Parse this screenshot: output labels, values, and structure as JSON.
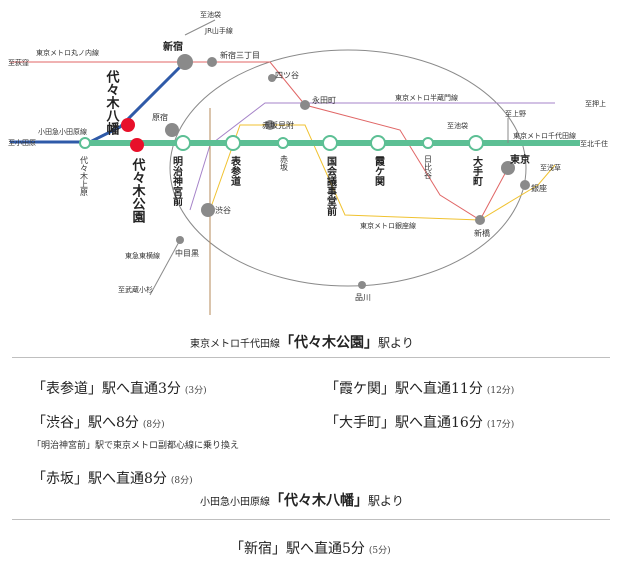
{
  "map": {
    "edge_labels": {
      "odakyu_left": "至小田原",
      "marunouchi_left": "至荻窪",
      "marunouchi_line": "東京メトロ丸ノ内線",
      "odakyu_line": "小田急小田原線",
      "ikebukuro_top": "至池袋",
      "yamanote": "JR山手線",
      "hanzomon_line": "東京メトロ半蔵門線",
      "oshiage": "至押上",
      "ueno": "至上野",
      "chiyoda_line": "東京メトロ千代田線",
      "kitasenju": "至北千住",
      "asakusa": "至浅草",
      "ikebukuro_mid": "至池袋",
      "ginza_line": "東京メトロ銀座線",
      "tokyu_toyoko": "東急東横線",
      "musashikosugi": "至武蔵小杉"
    },
    "stations": {
      "shinjuku": "新宿",
      "shinjuku_sanchome": "新宿三丁目",
      "yotsuya": "四ツ谷",
      "nagatacho": "永田町",
      "akasaka_mitsuke": "赤坂見附",
      "harajuku": "原宿",
      "yoyogi_uehara": "代々木上原",
      "yoyogi_hachiman": "代々木八幡",
      "yoyogi_koen": "代々木公園",
      "meiji_jingumae": "明治神宮前",
      "omotesando": "表参道",
      "akasaka": "赤坂",
      "kokkai": "国会議事堂前",
      "kasumigaseki": "霞ケ関",
      "hibiya": "日比谷",
      "otemachi": "大手町",
      "tokyo": "東京",
      "ginza": "銀座",
      "shinbashi": "新橋",
      "shibuya": "渋谷",
      "nakameguro": "中目黒",
      "shinagawa": "品川"
    }
  },
  "section1": {
    "line": "東京メトロ千代田線",
    "station": "「代々木公園」",
    "suffix": "駅より"
  },
  "routes1": [
    {
      "text": "「表参道」駅へ直通3分",
      "time": "(3分)"
    },
    {
      "text": "「霞ケ関」駅へ直通11分",
      "time": "(12分)"
    },
    {
      "text": "「渋谷」駅へ8分",
      "time": "(8分)"
    },
    {
      "text": "「大手町」駅へ直通16分",
      "time": "(17分)"
    },
    {
      "text": "「赤坂」駅へ直通8分",
      "time": "(8分)"
    }
  ],
  "note1": "「明治神宮前」駅で東京メトロ副都心線に乗り換え",
  "section2": {
    "line": "小田急小田原線",
    "station": "「代々木八幡」",
    "suffix": "駅より"
  },
  "routes2": [
    {
      "text": "「新宿」駅へ直通5分",
      "time": "(5分)"
    }
  ],
  "colors": {
    "chiyoda": "#5cbf94",
    "odakyu": "#2f5aa8",
    "yamanote": "#8a8a8a",
    "marunouchi": "#e06666",
    "hanzomon": "#a583c8",
    "ginza": "#f0c230",
    "fukutoshin": "#b58a5a",
    "highlight": "#e8102a"
  }
}
